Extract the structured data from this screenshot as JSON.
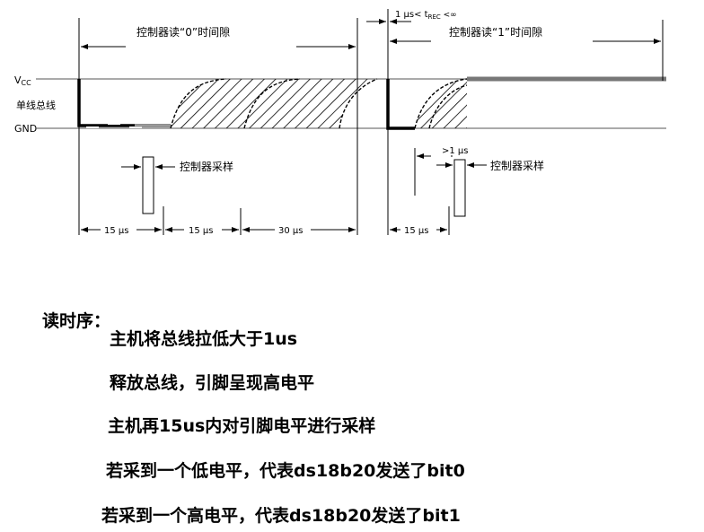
{
  "diagram": {
    "label_read0": "控制器读“0”时间隙",
    "label_read1": "控制器读“1”时间隙",
    "label_trec": "1 µs< t",
    "label_trec_sub": "REC",
    "label_trec_tail": " <∞",
    "label_vcc": "V",
    "label_vcc_sub": "CC",
    "label_bus": "单线总线",
    "label_gnd": "GND",
    "label_sample_0": "控制器采样",
    "label_sample_1": "控制器采样",
    "label_gt1us": ">1 µs",
    "dim_15us_a": "15 µs",
    "dim_15us_b": "15 µs",
    "dim_30us": "30 µs",
    "dim_15us_c": "15 µs"
  },
  "notes": {
    "heading": "读时序：",
    "lines": [
      "主机将总线拉低大于1us",
      "释放总线，引脚呈现高电平",
      "主机再15us内对引脚电平进行采样",
      "若采到一个低电平，代表ds18b20发送了bit0",
      "若采到一个高电平，代表ds18b20发送了bit1"
    ]
  }
}
